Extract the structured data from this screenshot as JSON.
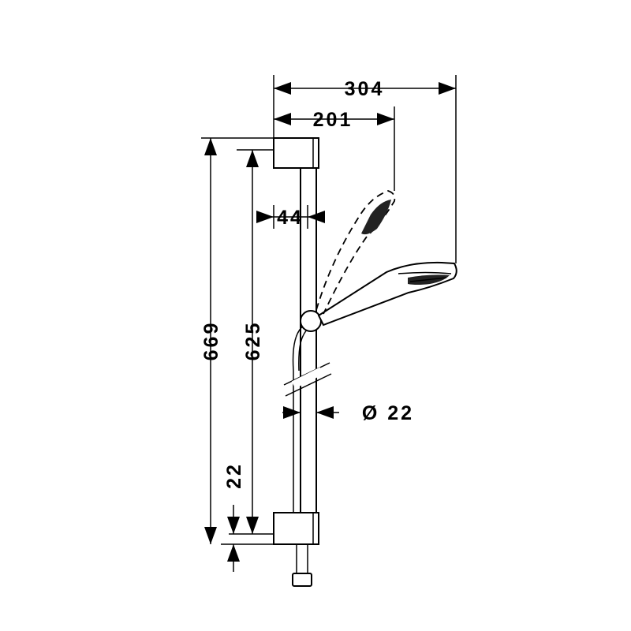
{
  "dimensions": {
    "total_width": "304",
    "handshower_reach": "201",
    "bracket_offset": "44",
    "total_height": "669",
    "rail_length": "625",
    "bottom_offset": "22",
    "rail_diameter": "Ø 22"
  }
}
